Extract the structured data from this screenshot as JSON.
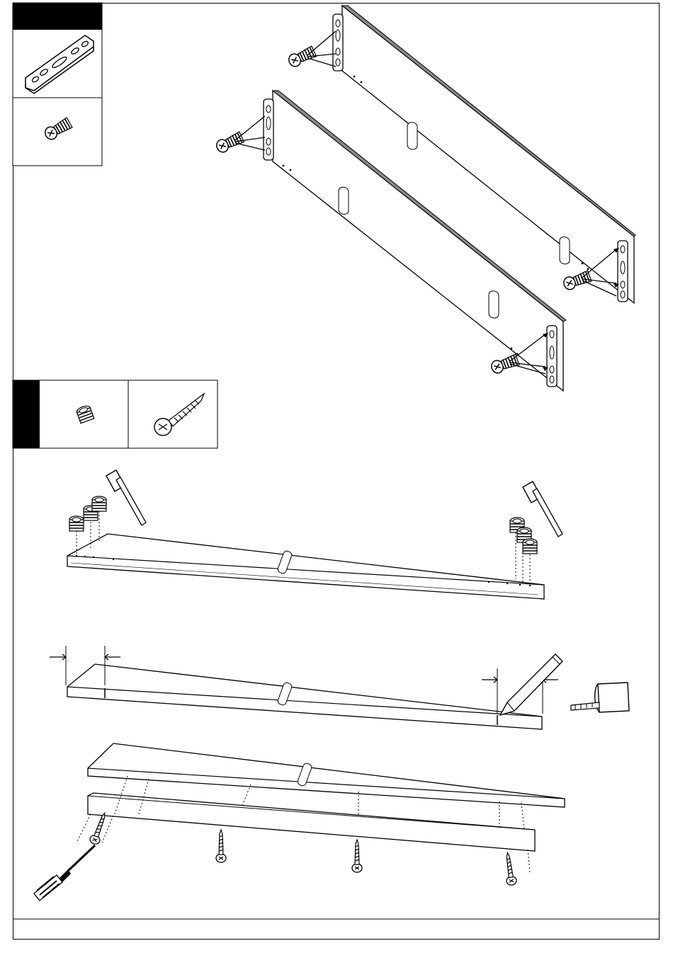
{
  "page": {
    "step_a": {
      "parts": [
        "metal-corner-bracket",
        "euro-screw"
      ]
    },
    "step_b": {
      "parts": [
        "cam-dowel-insert",
        "wood-screw"
      ]
    },
    "footer_text": ""
  },
  "colors": {
    "ink": "#000000",
    "paper": "#ffffff",
    "edge_band": "#8a8a8a"
  }
}
